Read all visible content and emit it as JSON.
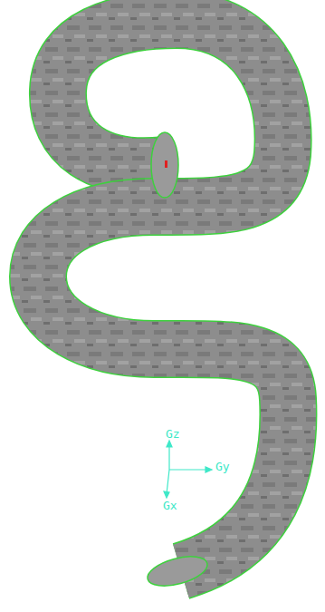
{
  "diagram": {
    "labels": [
      "Gz",
      "Gy",
      "Gx"
    ]
  }
}
